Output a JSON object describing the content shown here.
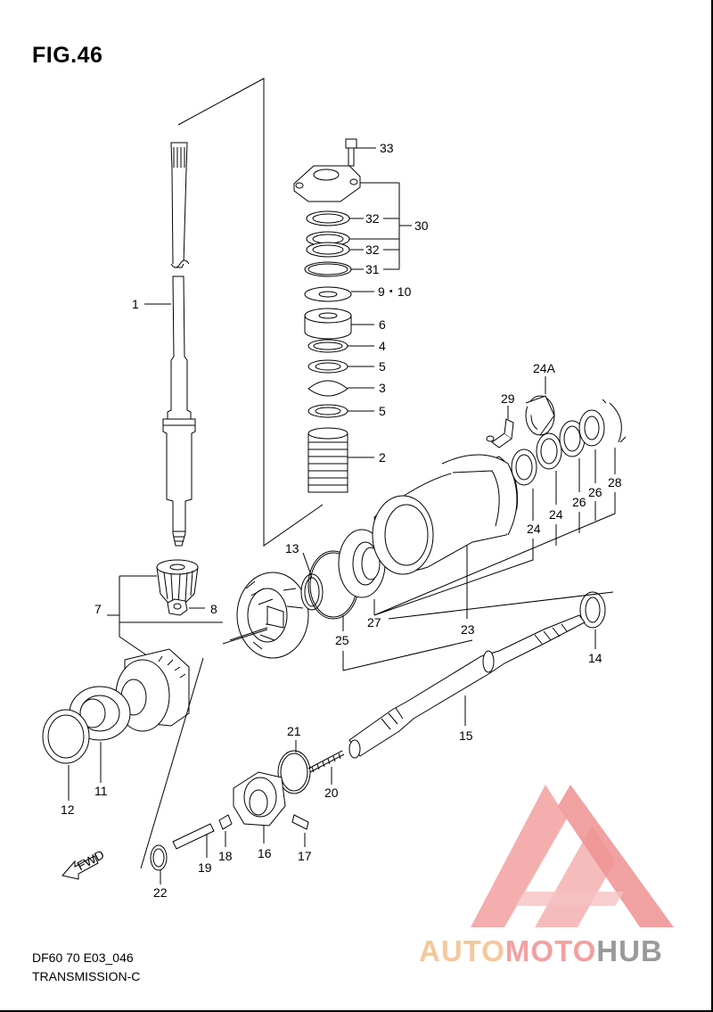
{
  "figure": {
    "title": "FIG.46"
  },
  "footer": {
    "model": "DF60 70 E03_046",
    "section": "TRANSMISSION-C"
  },
  "fwd_label": "FWD",
  "watermark": {
    "part1": "AUTO",
    "part2": "MOTO",
    "part3": "HUB"
  },
  "parts": [
    {
      "id": "p33",
      "label": "33"
    },
    {
      "id": "p32a",
      "label": "32"
    },
    {
      "id": "p30",
      "label": "30"
    },
    {
      "id": "p32b",
      "label": "32"
    },
    {
      "id": "p31",
      "label": "31"
    },
    {
      "id": "p9",
      "label": "9・10"
    },
    {
      "id": "p6",
      "label": "6"
    },
    {
      "id": "p4",
      "label": "4"
    },
    {
      "id": "p5a",
      "label": "5"
    },
    {
      "id": "p3",
      "label": "3"
    },
    {
      "id": "p5b",
      "label": "5"
    },
    {
      "id": "p2",
      "label": "2"
    },
    {
      "id": "p1",
      "label": "1"
    },
    {
      "id": "p24A",
      "label": "24A"
    },
    {
      "id": "p29",
      "label": "29"
    },
    {
      "id": "p28",
      "label": "28"
    },
    {
      "id": "p26a",
      "label": "26"
    },
    {
      "id": "p26b",
      "label": "26"
    },
    {
      "id": "p24a",
      "label": "24"
    },
    {
      "id": "p24b",
      "label": "24"
    },
    {
      "id": "p13",
      "label": "13"
    },
    {
      "id": "p7",
      "label": "7"
    },
    {
      "id": "p8",
      "label": "8"
    },
    {
      "id": "p27",
      "label": "27"
    },
    {
      "id": "p23",
      "label": "23"
    },
    {
      "id": "p25",
      "label": "25"
    },
    {
      "id": "p14",
      "label": "14"
    },
    {
      "id": "p15",
      "label": "15"
    },
    {
      "id": "p21",
      "label": "21"
    },
    {
      "id": "p20",
      "label": "20"
    },
    {
      "id": "p12",
      "label": "12"
    },
    {
      "id": "p11",
      "label": "11"
    },
    {
      "id": "p16",
      "label": "16"
    },
    {
      "id": "p17",
      "label": "17"
    },
    {
      "id": "p18",
      "label": "18"
    },
    {
      "id": "p19",
      "label": "19"
    },
    {
      "id": "p22",
      "label": "22"
    }
  ]
}
